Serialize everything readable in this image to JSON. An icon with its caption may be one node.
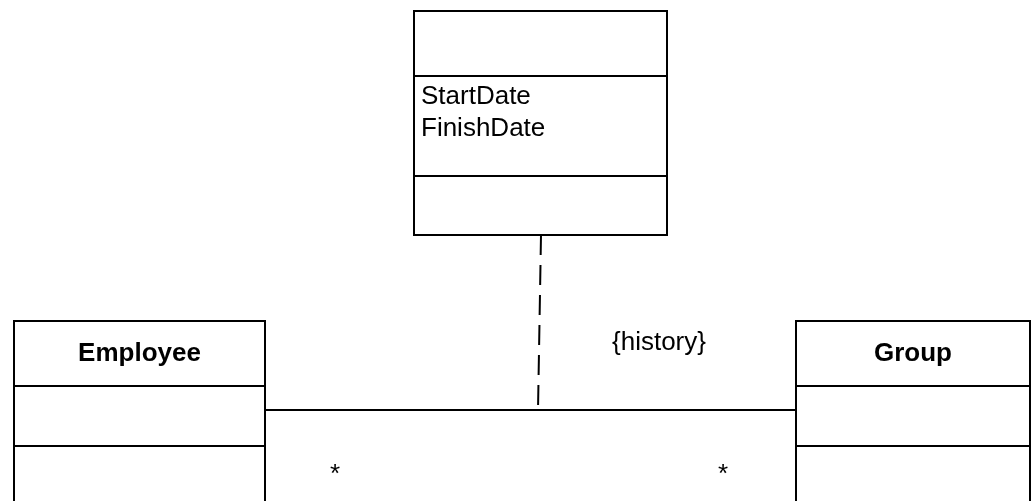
{
  "diagram": {
    "nodes": [
      {
        "text": [
          "StartDate",
          "FinishDate"
        ]
      },
      {
        "text": [
          "Employee"
        ]
      },
      {
        "text": [
          "Group"
        ]
      }
    ],
    "edges": [
      {
        "from": 1,
        "to": 2,
        "arrow": "none"
      },
      {
        "from": 0,
        "to": null,
        "arrow": "none",
        "style": "dashed"
      }
    ],
    "labels": [
      "{history}",
      "*",
      "*"
    ]
  }
}
